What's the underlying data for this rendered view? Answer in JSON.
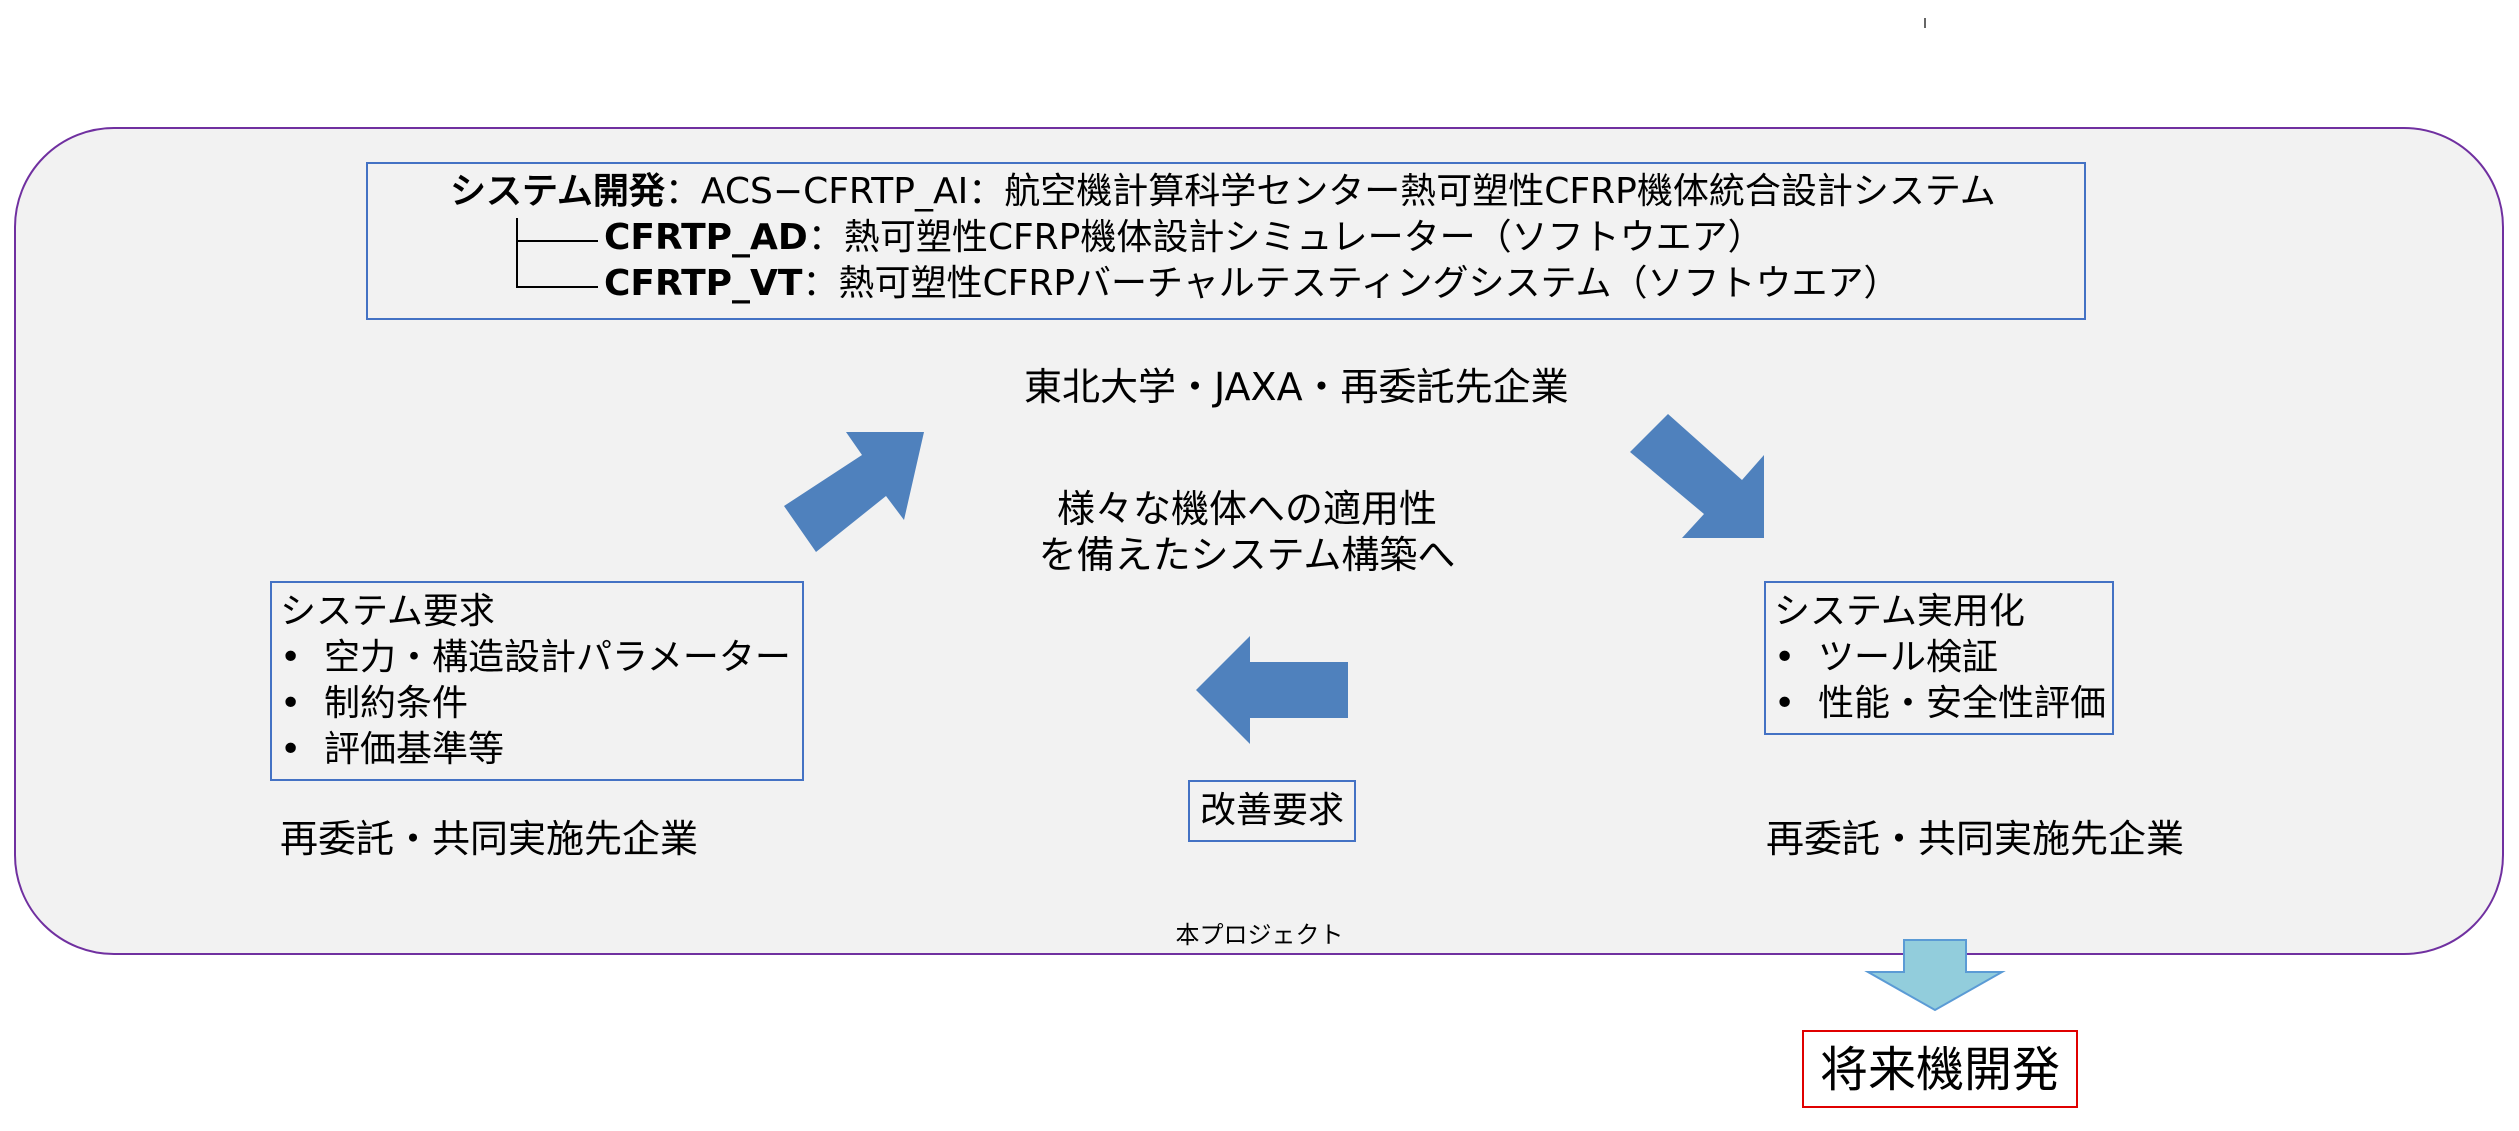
{
  "system": {
    "line1_bold": "システム開発",
    "line1_rest": "：ACS−CFRTP_AI：航空機計算科学センター熱可塑性CFRP機体統合設計システム",
    "line2_bold": "CFRTP_AD",
    "line2_rest": "：熱可塑性CFRP機体設計シミュレーター（ソフトウエア）",
    "line3_bold": "CFRTP_VT",
    "line3_rest": "：熱可塑性CFRPバーチャルテスティングシステム（ソフトウエア）"
  },
  "center": {
    "org": "東北大学・JAXA・再委託先企業",
    "goal_line1": "様々な機体への適用性",
    "goal_line2": "を備えたシステム構築へ"
  },
  "left_box": {
    "title": "システム要求",
    "items": [
      "空力・構造設計パラメーター",
      "制約条件",
      "評価基準等"
    ],
    "org": "再委託・共同実施先企業"
  },
  "right_box": {
    "title": "システム実用化",
    "items": [
      "ツール検証",
      "性能・安全性評価"
    ],
    "org": "再委託・共同実施先企業"
  },
  "improve": {
    "label": "改善要求"
  },
  "project": {
    "label": "本プロジェクト"
  },
  "future": {
    "label": "将来機開発"
  },
  "colors": {
    "frame_border": "#7030a0",
    "frame_fill": "#f2f2f2",
    "box_border": "#4472c4",
    "arrow_blue": "#4f81bd",
    "down_arrow_fill": "#92cddc",
    "future_border": "#e00000"
  },
  "bullet_glyph": "•"
}
